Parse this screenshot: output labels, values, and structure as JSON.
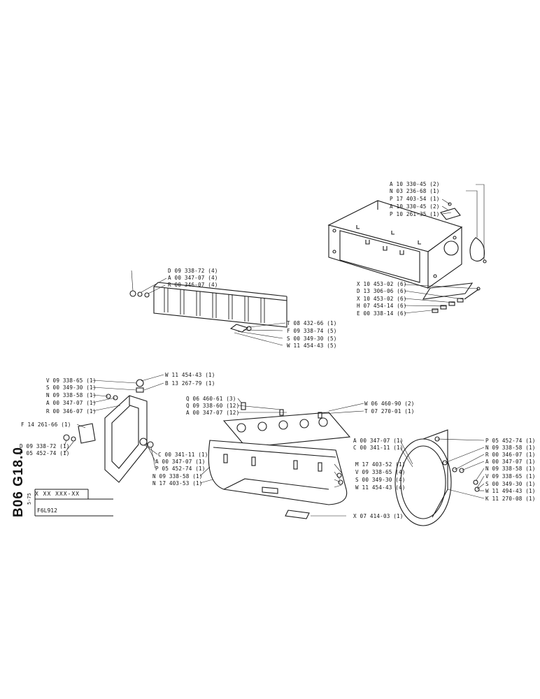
{
  "sheet": {
    "page_code": "B06 G18.0",
    "date": "5-75",
    "part_code_placeholder": "X XX XXX-XX",
    "model": "F6L912"
  },
  "callouts": {
    "housing": [
      "A 10 330-45 (2)",
      "N 03 236-68 (1)",
      "P 17 403-54 (1)",
      "A 10 330-45 (2)",
      "P 10 261-35 (1)"
    ],
    "housing_lower": [
      "X 10 453-02 (6)",
      "D 13 306-06 (6)",
      "X 10 453-02 (6)",
      "H 07 454-14 (6)",
      "E 00 338-14 (6)"
    ],
    "deflector_upper": [
      "D 09 338-72 (4)",
      "A 00 347-07 (4)",
      "R 00 346-07 (4)"
    ],
    "deflector_lower": [
      "T 08 432-66 (1)",
      "F 09 338-74 (5)",
      "S 00 349-30 (5)",
      "W 11 454-43 (5)"
    ],
    "bracket_top": [
      "W 11 454-43 (1)",
      "B 13 267-79 (1)"
    ],
    "bracket_left": [
      "V 09 338-65 (1)",
      "S 00 349-30 (1)",
      "N 09 338-58 (1)",
      "A 00 347-07 (1)",
      "R 00 346-07 (1)"
    ],
    "bracket_lower_left": [
      "F 14 261-66 (1)",
      "D 09 338-72 (1)",
      "P 05 452-74 (1)"
    ],
    "bracket_lower_right": [
      "C 00 341-11 (1)",
      "A 00 347-07 (1)",
      "P 05 452-74 (1)",
      "N 09 338-58 (1)",
      "N 17 403-53 (1)"
    ],
    "cowl_top_left": [
      "Q 06 460-61 (3)",
      "Q 09 338-60 (12)",
      "A 00 347-07 (12)"
    ],
    "cowl_top_right": [
      "W 06 460-90 (2)",
      "T 07 270-01 (1)"
    ],
    "cowl_right": [
      "A 00 347-07 (1)",
      "C 00 341-11 (1)",
      "M 17 403-52 (1)",
      "V 09 338-65 (4)",
      "S 00 349-30 (4)",
      "W 11 454-43 (4)"
    ],
    "cowl_bottom": [
      "X 07 414-03 (1)"
    ],
    "ring": [
      "P 05 452-74 (1)",
      "N 09 338-58 (1)",
      "R 00 346-07 (1)",
      "A 00 347-07 (1)",
      "N 09 338-58 (1)",
      "V 09 338-65 (1)",
      "S 00 349-30 (1)",
      "W 11 494-43 (1)",
      "K 11 270-08 (1)"
    ]
  }
}
